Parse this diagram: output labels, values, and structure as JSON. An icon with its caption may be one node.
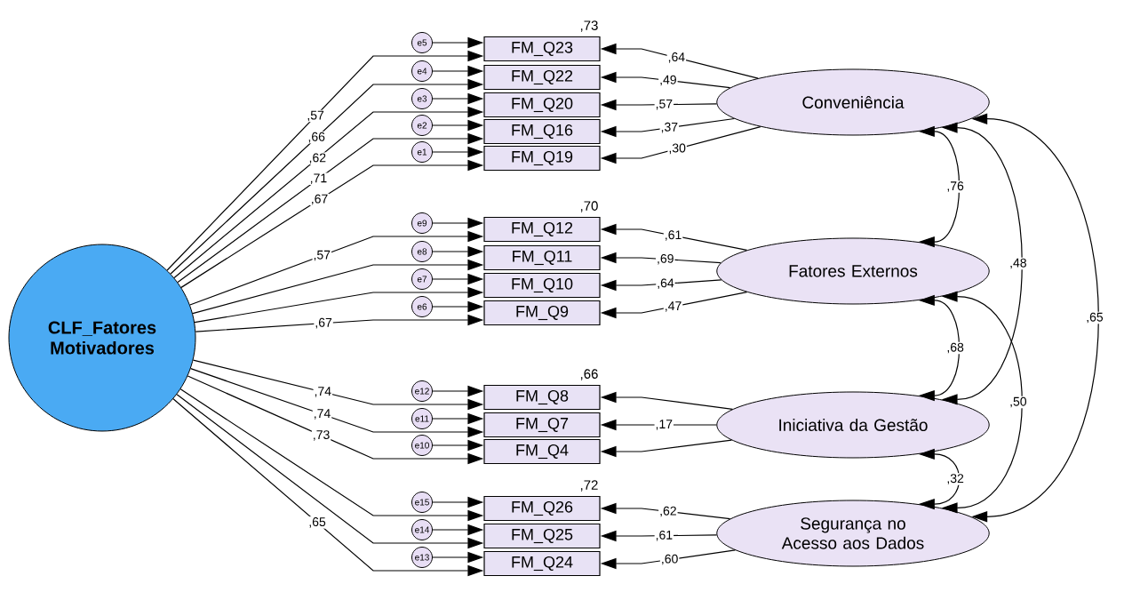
{
  "diagram": {
    "nodes": [
      {
        "text": [
          "CLF_Fatores Motivadores"
        ]
      },
      {
        "text": [
          "e5"
        ]
      },
      {
        "text": [
          "e4"
        ]
      },
      {
        "text": [
          "e3"
        ]
      },
      {
        "text": [
          "e2"
        ]
      },
      {
        "text": [
          "e1"
        ]
      },
      {
        "text": [
          "e9"
        ]
      },
      {
        "text": [
          "e8"
        ]
      },
      {
        "text": [
          "e7"
        ]
      },
      {
        "text": [
          "e6"
        ]
      },
      {
        "text": [
          "e12"
        ]
      },
      {
        "text": [
          "e11"
        ]
      },
      {
        "text": [
          "e10"
        ]
      },
      {
        "text": [
          "e15"
        ]
      },
      {
        "text": [
          "e14"
        ]
      },
      {
        "text": [
          "e13"
        ]
      },
      {
        "text": [
          "FM_Q23"
        ],
        "beside": [
          ",73"
        ]
      },
      {
        "text": [
          "FM_Q22"
        ]
      },
      {
        "text": [
          "FM_Q20"
        ]
      },
      {
        "text": [
          "FM_Q16"
        ]
      },
      {
        "text": [
          "FM_Q19"
        ]
      },
      {
        "text": [
          "FM_Q12"
        ],
        "beside": [
          ",70"
        ]
      },
      {
        "text": [
          "FM_Q11"
        ]
      },
      {
        "text": [
          "FM_Q10"
        ]
      },
      {
        "text": [
          "FM_Q9"
        ]
      },
      {
        "text": [
          "FM_Q8"
        ],
        "beside": [
          ",66"
        ]
      },
      {
        "text": [
          "FM_Q7"
        ]
      },
      {
        "text": [
          "FM_Q4"
        ]
      },
      {
        "text": [
          "FM_Q26"
        ],
        "beside": [
          ",72"
        ]
      },
      {
        "text": [
          "FM_Q25"
        ]
      },
      {
        "text": [
          "FM_Q24"
        ]
      },
      {
        "text": [
          "Conveniência"
        ]
      },
      {
        "text": [
          "Fatores Externos"
        ]
      },
      {
        "text": [
          "Iniciativa da Gestão"
        ]
      },
      {
        "text": [
          "Segurança no Acesso aos Dados"
        ]
      }
    ],
    "edges": [
      {
        "from": 0,
        "to": 16,
        "arrow": "to",
        "label": ",57"
      },
      {
        "from": 0,
        "to": 17,
        "arrow": "to",
        "label": ",66"
      },
      {
        "from": 0,
        "to": 18,
        "arrow": "to",
        "label": ",62"
      },
      {
        "from": 0,
        "to": 19,
        "arrow": "to",
        "label": ",71"
      },
      {
        "from": 0,
        "to": 20,
        "arrow": "to",
        "label": ",67"
      },
      {
        "from": 0,
        "to": 21,
        "arrow": "to",
        "label": ",57"
      },
      {
        "from": 0,
        "to": 22,
        "arrow": "to"
      },
      {
        "from": 0,
        "to": 23,
        "arrow": "to"
      },
      {
        "from": 0,
        "to": 24,
        "arrow": "to",
        "label": ",67"
      },
      {
        "from": 0,
        "to": 25,
        "arrow": "to",
        "label": ",74"
      },
      {
        "from": 0,
        "to": 26,
        "arrow": "to",
        "label": ",74"
      },
      {
        "from": 0,
        "to": 27,
        "arrow": "to",
        "label": ",73"
      },
      {
        "from": 0,
        "to": 28,
        "arrow": "to"
      },
      {
        "from": 0,
        "to": 29,
        "arrow": "to"
      },
      {
        "from": 0,
        "to": 30,
        "arrow": "to",
        "label": ",65"
      },
      {
        "from": 1,
        "to": 16,
        "arrow": "to"
      },
      {
        "from": 2,
        "to": 17,
        "arrow": "to"
      },
      {
        "from": 3,
        "to": 18,
        "arrow": "to"
      },
      {
        "from": 4,
        "to": 19,
        "arrow": "to"
      },
      {
        "from": 5,
        "to": 20,
        "arrow": "to"
      },
      {
        "from": 6,
        "to": 21,
        "arrow": "to"
      },
      {
        "from": 7,
        "to": 22,
        "arrow": "to"
      },
      {
        "from": 8,
        "to": 23,
        "arrow": "to"
      },
      {
        "from": 9,
        "to": 24,
        "arrow": "to"
      },
      {
        "from": 10,
        "to": 25,
        "arrow": "to"
      },
      {
        "from": 11,
        "to": 26,
        "arrow": "to"
      },
      {
        "from": 12,
        "to": 27,
        "arrow": "to"
      },
      {
        "from": 13,
        "to": 28,
        "arrow": "to"
      },
      {
        "from": 14,
        "to": 29,
        "arrow": "to"
      },
      {
        "from": 15,
        "to": 30,
        "arrow": "to"
      },
      {
        "from": 31,
        "to": 16,
        "arrow": "to",
        "label": ",64"
      },
      {
        "from": 31,
        "to": 17,
        "arrow": "to",
        "label": ",49"
      },
      {
        "from": 31,
        "to": 18,
        "arrow": "to",
        "label": ",57"
      },
      {
        "from": 31,
        "to": 19,
        "arrow": "to",
        "label": ",37"
      },
      {
        "from": 31,
        "to": 20,
        "arrow": "to",
        "label": ",30"
      },
      {
        "from": 32,
        "to": 21,
        "arrow": "to",
        "label": ",61"
      },
      {
        "from": 32,
        "to": 22,
        "arrow": "to",
        "label": ",69"
      },
      {
        "from": 32,
        "to": 23,
        "arrow": "to",
        "label": ",64"
      },
      {
        "from": 32,
        "to": 24,
        "arrow": "to",
        "label": ",47"
      },
      {
        "from": 33,
        "to": 25,
        "arrow": "to"
      },
      {
        "from": 33,
        "to": 26,
        "arrow": "to",
        "label": ",17"
      },
      {
        "from": 33,
        "to": 27,
        "arrow": "to"
      },
      {
        "from": 34,
        "to": 28,
        "arrow": "to",
        "label": ",62"
      },
      {
        "from": 34,
        "to": 29,
        "arrow": "to",
        "label": ",61"
      },
      {
        "from": 34,
        "to": 30,
        "arrow": "to",
        "label": ",60"
      },
      {
        "from": 31,
        "to": 32,
        "arrow": "both",
        "label": ",76"
      },
      {
        "from": 31,
        "to": 33,
        "arrow": "both",
        "label": ",48"
      },
      {
        "from": 31,
        "to": 34,
        "arrow": "both",
        "label": ",65"
      },
      {
        "from": 32,
        "to": 33,
        "arrow": "both",
        "label": ",68"
      },
      {
        "from": 32,
        "to": 34,
        "arrow": "both",
        "label": ",50"
      },
      {
        "from": 33,
        "to": 34,
        "arrow": "both",
        "label": ",32"
      }
    ]
  }
}
